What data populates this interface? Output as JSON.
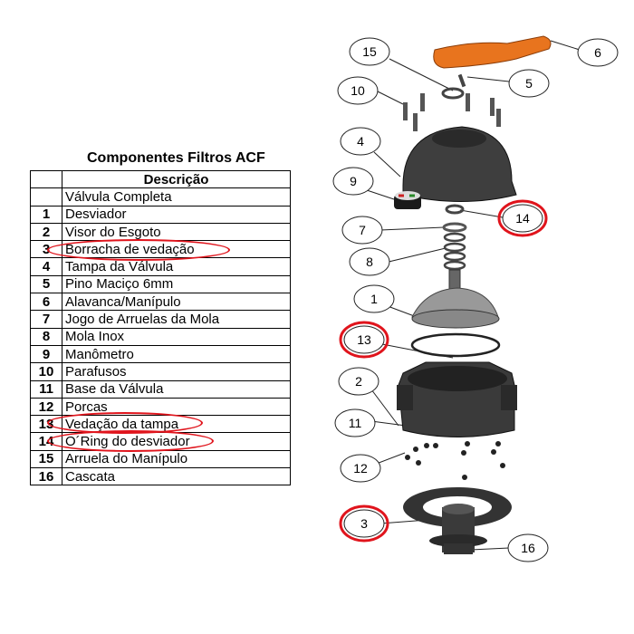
{
  "title": "Componentes Filtros ACF",
  "table": {
    "header": [
      "",
      "Descrição"
    ],
    "rows": [
      {
        "num": "",
        "desc": "Válvula Completa",
        "highlighted": false
      },
      {
        "num": "1",
        "desc": "Desviador",
        "highlighted": false
      },
      {
        "num": "2",
        "desc": "Visor do Esgoto",
        "highlighted": false
      },
      {
        "num": "3",
        "desc": "Borracha de vedação",
        "highlighted": true
      },
      {
        "num": "4",
        "desc": "Tampa da Válvula",
        "highlighted": false
      },
      {
        "num": "5",
        "desc": "Pino Maciço 6mm",
        "highlighted": false
      },
      {
        "num": "6",
        "desc": "Alavanca/Manípulo",
        "highlighted": false
      },
      {
        "num": "7",
        "desc": "Jogo de Arruelas da Mola",
        "highlighted": false
      },
      {
        "num": "8",
        "desc": "Mola Inox",
        "highlighted": false
      },
      {
        "num": "9",
        "desc": "Manômetro",
        "highlighted": false
      },
      {
        "num": "10",
        "desc": "Parafusos",
        "highlighted": false
      },
      {
        "num": "11",
        "desc": "Base da Válvula",
        "highlighted": false
      },
      {
        "num": "12",
        "desc": "Porcas",
        "highlighted": false
      },
      {
        "num": "13",
        "desc": "Vedação da tampa",
        "highlighted": true
      },
      {
        "num": "14",
        "desc": "O´Ring do desviador",
        "highlighted": true
      },
      {
        "num": "15",
        "desc": "Arruela do Manípulo",
        "highlighted": false
      },
      {
        "num": "16",
        "desc": "Cascata",
        "highlighted": false
      }
    ]
  },
  "diagram": {
    "callouts": [
      "15",
      "6",
      "5",
      "10",
      "4",
      "9",
      "14",
      "7",
      "8",
      "1",
      "13",
      "2",
      "11",
      "12",
      "3",
      "16"
    ],
    "highlighted_callouts": [
      "14",
      "13",
      "3"
    ]
  },
  "colors": {
    "highlight": "#e0141c",
    "handle": "#e8741e",
    "part": "#3a3a3a"
  }
}
